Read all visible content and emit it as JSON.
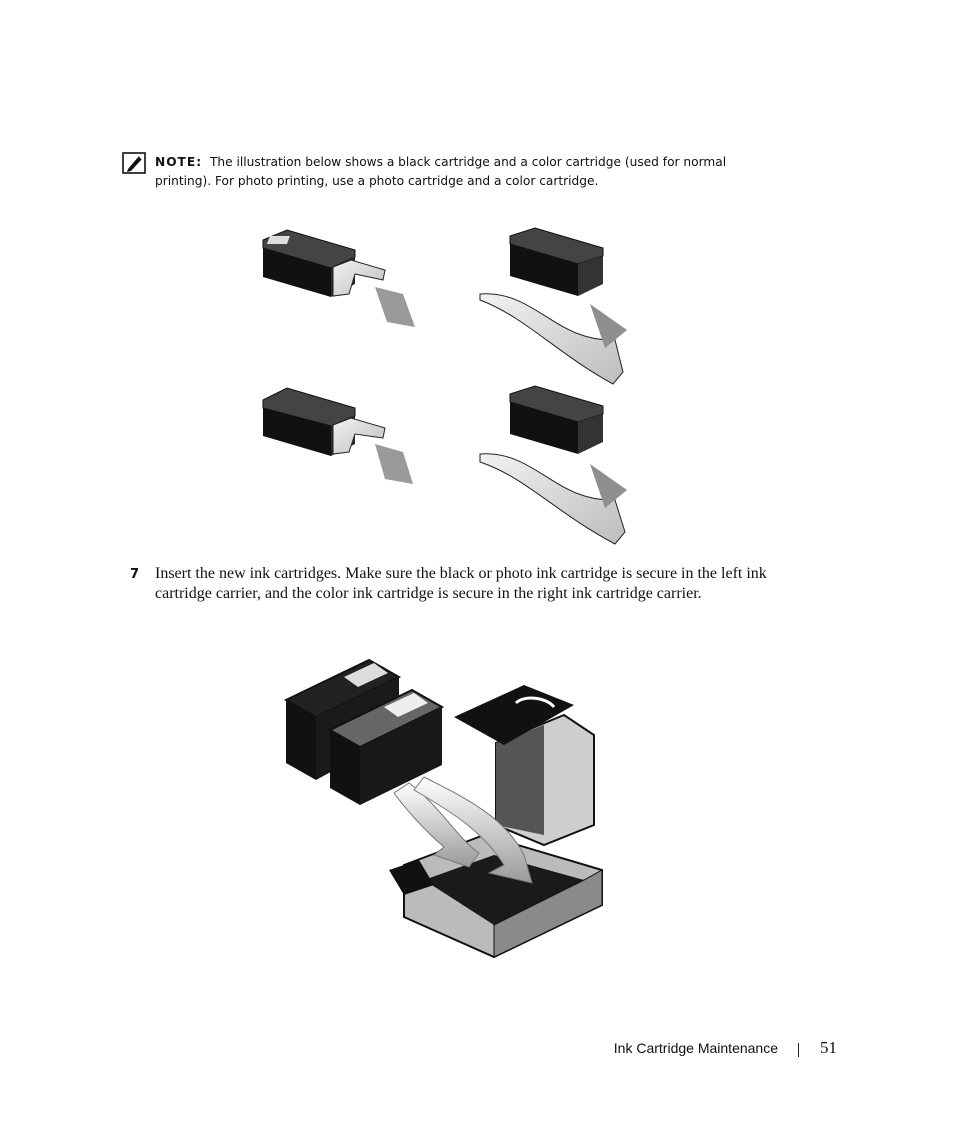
{
  "note": {
    "label": "NOTE:",
    "text": "The illustration below shows a black cartridge and a color cartridge (used for normal printing). For photo printing, use a photo cartridge and a color cartridge."
  },
  "step": {
    "number": "7",
    "text": "Insert the new ink cartridges. Make sure the black or photo ink cartridge is secure in the left ink cartridge carrier, and the color ink cartridge is secure in the right ink cartridge carrier."
  },
  "footer": {
    "section_title": "Ink Cartridge Maintenance",
    "page_number": "51"
  },
  "illustrations": {
    "figure1_icon": "tape-removal-illustration",
    "figure2_icon": "cartridge-insertion-illustration"
  }
}
